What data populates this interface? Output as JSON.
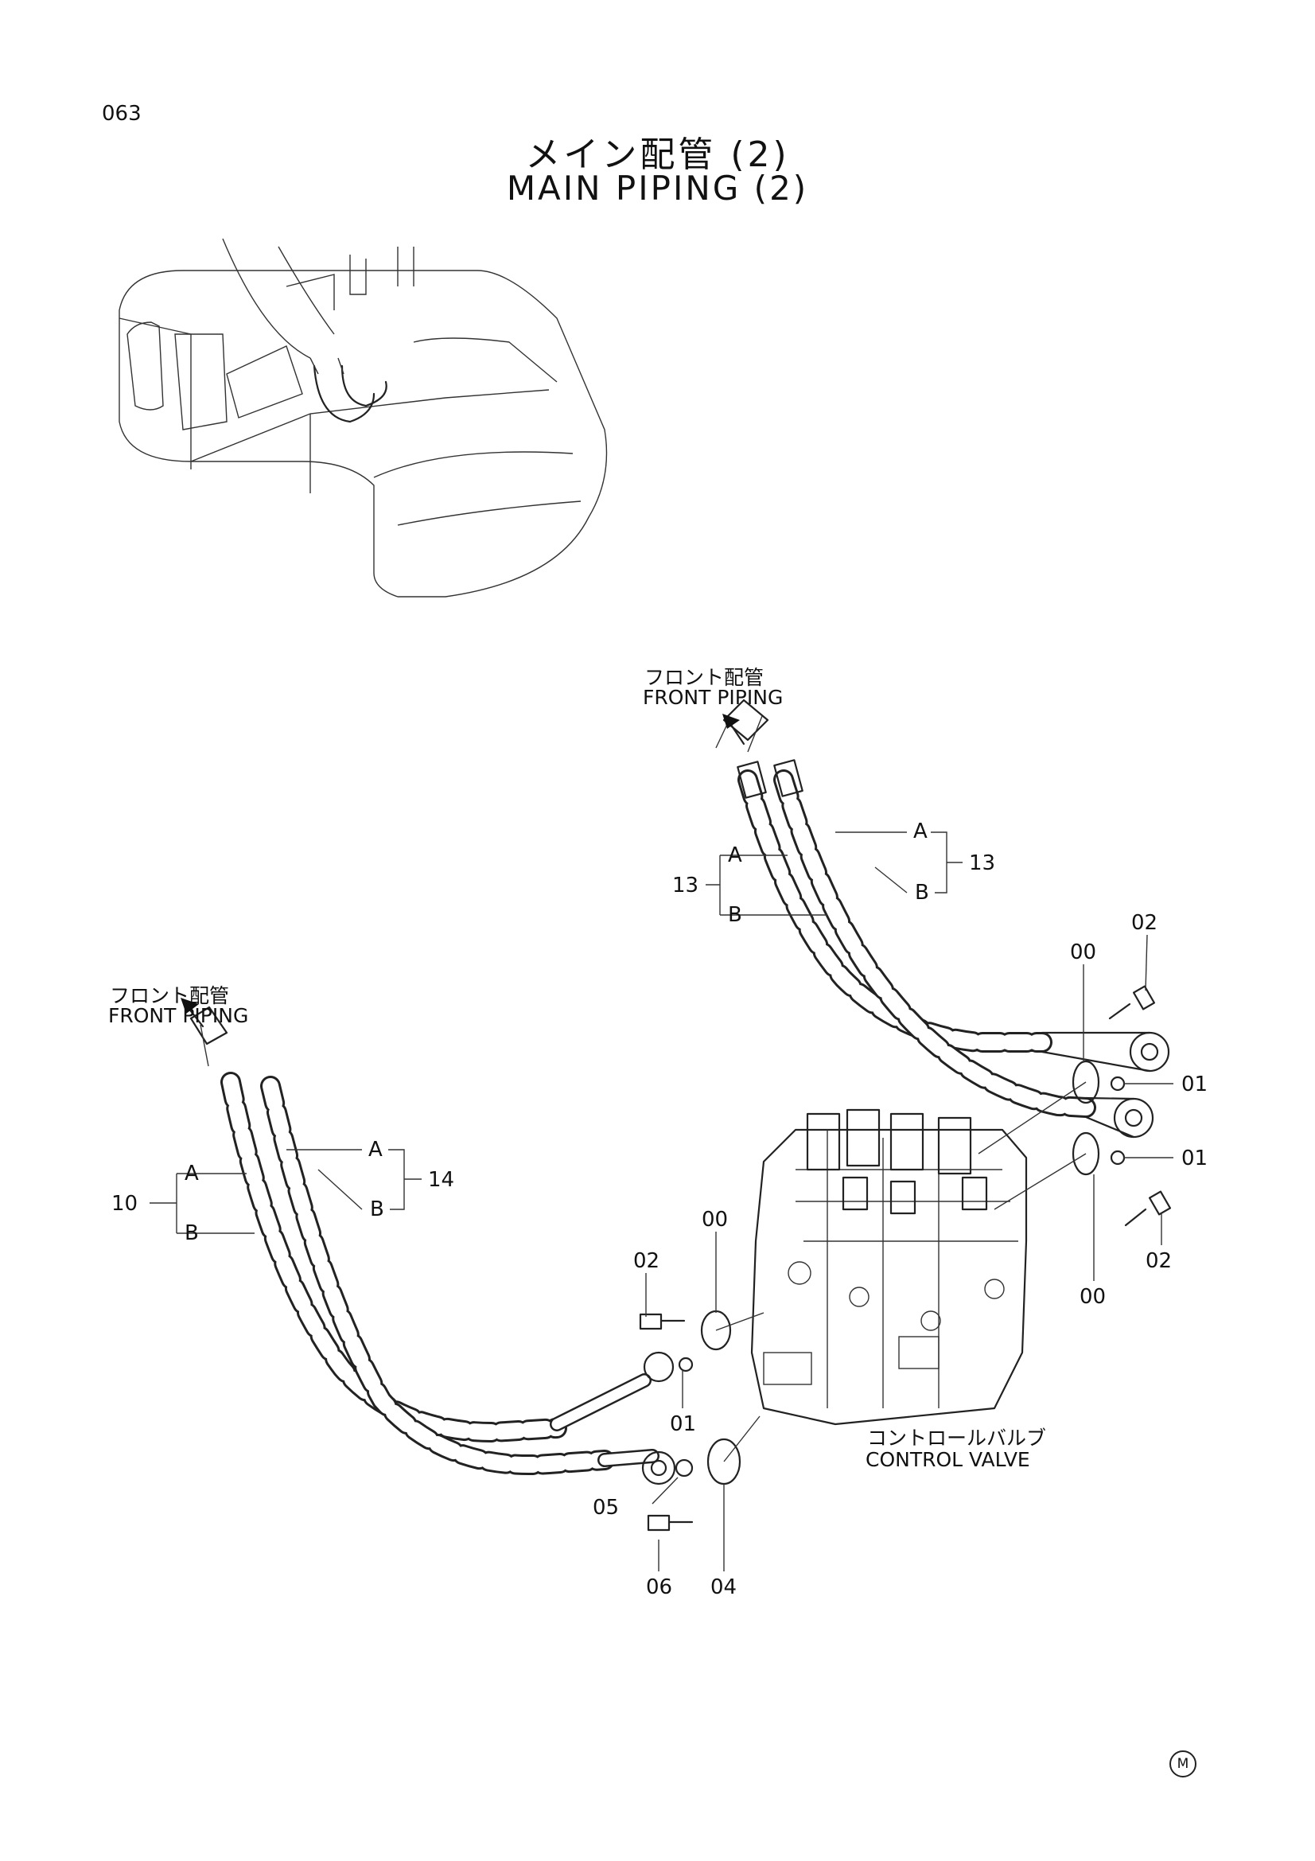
{
  "page": {
    "number": "063",
    "title_jp": "メイン配管 (2)",
    "title_en": "MAIN PIPING (2)",
    "mark": "M"
  },
  "labels": {
    "front_piping_upper_jp": "フロント配管",
    "front_piping_upper_en": "FRONT PIPING",
    "front_piping_lower_jp": "フロント配管",
    "front_piping_lower_en": "FRONT PIPING",
    "control_valve_jp": "コントロールバルブ",
    "control_valve_en": "CONTROL VALVE"
  },
  "callouts": {
    "upper_A_left": "A",
    "upper_B_left": "B",
    "upper_A_right": "A",
    "upper_B_right": "B",
    "upper_left_num": "13",
    "upper_right_num": "13",
    "lower_A_left": "A",
    "lower_B_left": "B",
    "lower_A_right": "A",
    "lower_B_right": "B",
    "lower_left_num": "10",
    "lower_right_num": "14",
    "p02_top": "02",
    "p00_top": "00",
    "p01_a": "01",
    "p01_b": "01",
    "p02_right": "02",
    "p00_right": "00",
    "p00_mid": "00",
    "p02_left": "02",
    "p01_left": "01",
    "p05": "05",
    "p06": "06",
    "p04": "04"
  }
}
